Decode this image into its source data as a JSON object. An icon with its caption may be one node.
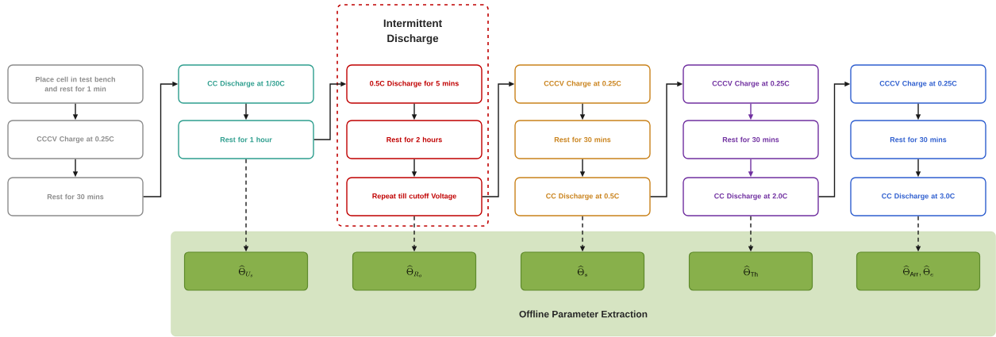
{
  "diagram": {
    "nodes": [
      {
        "text": [
          "Place cell in test bench and rest for 1 min"
        ]
      },
      {
        "text": [
          "CCCV Charge at 0.25C"
        ]
      },
      {
        "text": [
          "Rest for 30 mins"
        ]
      },
      {
        "text": [
          "CC Discharge at 1/30C"
        ]
      },
      {
        "text": [
          "Rest for 1 hour"
        ]
      },
      {
        "text": [
          "Intermittent Discharge"
        ]
      },
      {
        "text": [
          "0.5C Discharge for 5 mins"
        ],
        "in": 5
      },
      {
        "text": [
          "Rest for 2 hours"
        ],
        "in": 5
      },
      {
        "text": [
          "Repeat till cutoff Voltage"
        ],
        "in": 5
      },
      {
        "text": [
          "CCCV Charge at 0.25C"
        ]
      },
      {
        "text": [
          "Rest for 30 mins"
        ]
      },
      {
        "text": [
          "CC Discharge at 0.5C"
        ]
      },
      {
        "text": [
          "CCCV Charge at 0.25C"
        ]
      },
      {
        "text": [
          "Rest for 30 mins"
        ]
      },
      {
        "text": [
          "CC Discharge at 2.0C"
        ]
      },
      {
        "text": [
          "CCCV Charge at 0.25C"
        ]
      },
      {
        "text": [
          "Rest for 30 mins"
        ]
      },
      {
        "text": [
          "CC Discharge at 3.0C"
        ]
      },
      {
        "text": [
          "Offline Parameter Extraction"
        ]
      },
      {
        "text": [
          "\\widehat{\\Theta}_{U_s}"
        ],
        "in": 18
      },
      {
        "text": [
          "\\widehat{\\Theta}_{R_o}"
        ],
        "in": 18
      },
      {
        "text": [
          "\\widehat{\\Theta}_{s}"
        ],
        "in": 18
      },
      {
        "text": [
          "\\widehat{\\Theta}_{\\mathrm{Th}}"
        ],
        "in": 18
      },
      {
        "text": [
          "\\widehat{\\Theta}_{\\mathrm{Arr}},\\widehat{\\Theta}_{e}"
        ],
        "in": 18
      }
    ],
    "edges": [
      {
        "from": 0,
        "to": 1,
        "arrow": "to"
      },
      {
        "from": 1,
        "to": 2,
        "arrow": "to"
      },
      {
        "from": 2,
        "to": 3,
        "arrow": "to"
      },
      {
        "from": 3,
        "to": 4,
        "arrow": "to"
      },
      {
        "from": 4,
        "to": 6,
        "arrow": "to"
      },
      {
        "from": 6,
        "to": 7,
        "arrow": "to"
      },
      {
        "from": 7,
        "to": 8,
        "arrow": "to"
      },
      {
        "from": 8,
        "to": 9,
        "arrow": "to"
      },
      {
        "from": 9,
        "to": 10,
        "arrow": "to"
      },
      {
        "from": 10,
        "to": 11,
        "arrow": "to"
      },
      {
        "from": 11,
        "to": 12,
        "arrow": "to"
      },
      {
        "from": 12,
        "to": 13,
        "arrow": "to",
        "color": "#7030a0"
      },
      {
        "from": 13,
        "to": 14,
        "arrow": "to",
        "color": "#7030a0"
      },
      {
        "from": 14,
        "to": 15,
        "arrow": "to"
      },
      {
        "from": 15,
        "to": 16,
        "arrow": "to"
      },
      {
        "from": 16,
        "to": 17,
        "arrow": "to"
      },
      {
        "from": 4,
        "to": 19,
        "arrow": "to",
        "style": "dashed"
      },
      {
        "from": 8,
        "to": 20,
        "arrow": "to",
        "style": "dashed"
      },
      {
        "from": 11,
        "to": 21,
        "arrow": "to",
        "style": "dashed"
      },
      {
        "from": 14,
        "to": 22,
        "arrow": "to",
        "style": "dashed"
      },
      {
        "from": 17,
        "to": 23,
        "arrow": "to",
        "style": "dashed"
      }
    ]
  }
}
